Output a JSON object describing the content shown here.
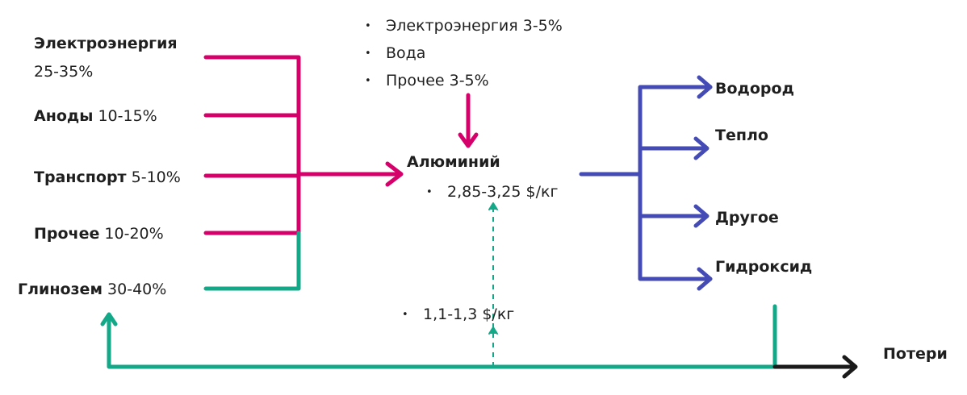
{
  "colors": {
    "costs": "#d6006b",
    "alumina": "#13a888",
    "products": "#444bb5",
    "losses": "#1a1a1a"
  },
  "inputs": [
    {
      "name": "Электроэнергия",
      "share": "25-35%"
    },
    {
      "name": "Аноды",
      "share": "10-15%"
    },
    {
      "name": "Транспорт",
      "share": "5-10%"
    },
    {
      "name": "Прочее",
      "share": "10-20%"
    },
    {
      "name": "Глинозем",
      "share": "30-40%"
    }
  ],
  "extra_inputs": [
    "Электроэнергия 3-5%",
    "Вода",
    "Прочее 3-5%"
  ],
  "center": {
    "title": "Алюминий",
    "price": "2,85-3,25 $/кг"
  },
  "alumina_price": "1,1-1,3 $/кг",
  "outputs": [
    "Водород",
    "Тепло",
    "Другое",
    "Гидроксид"
  ],
  "losses": "Потери"
}
